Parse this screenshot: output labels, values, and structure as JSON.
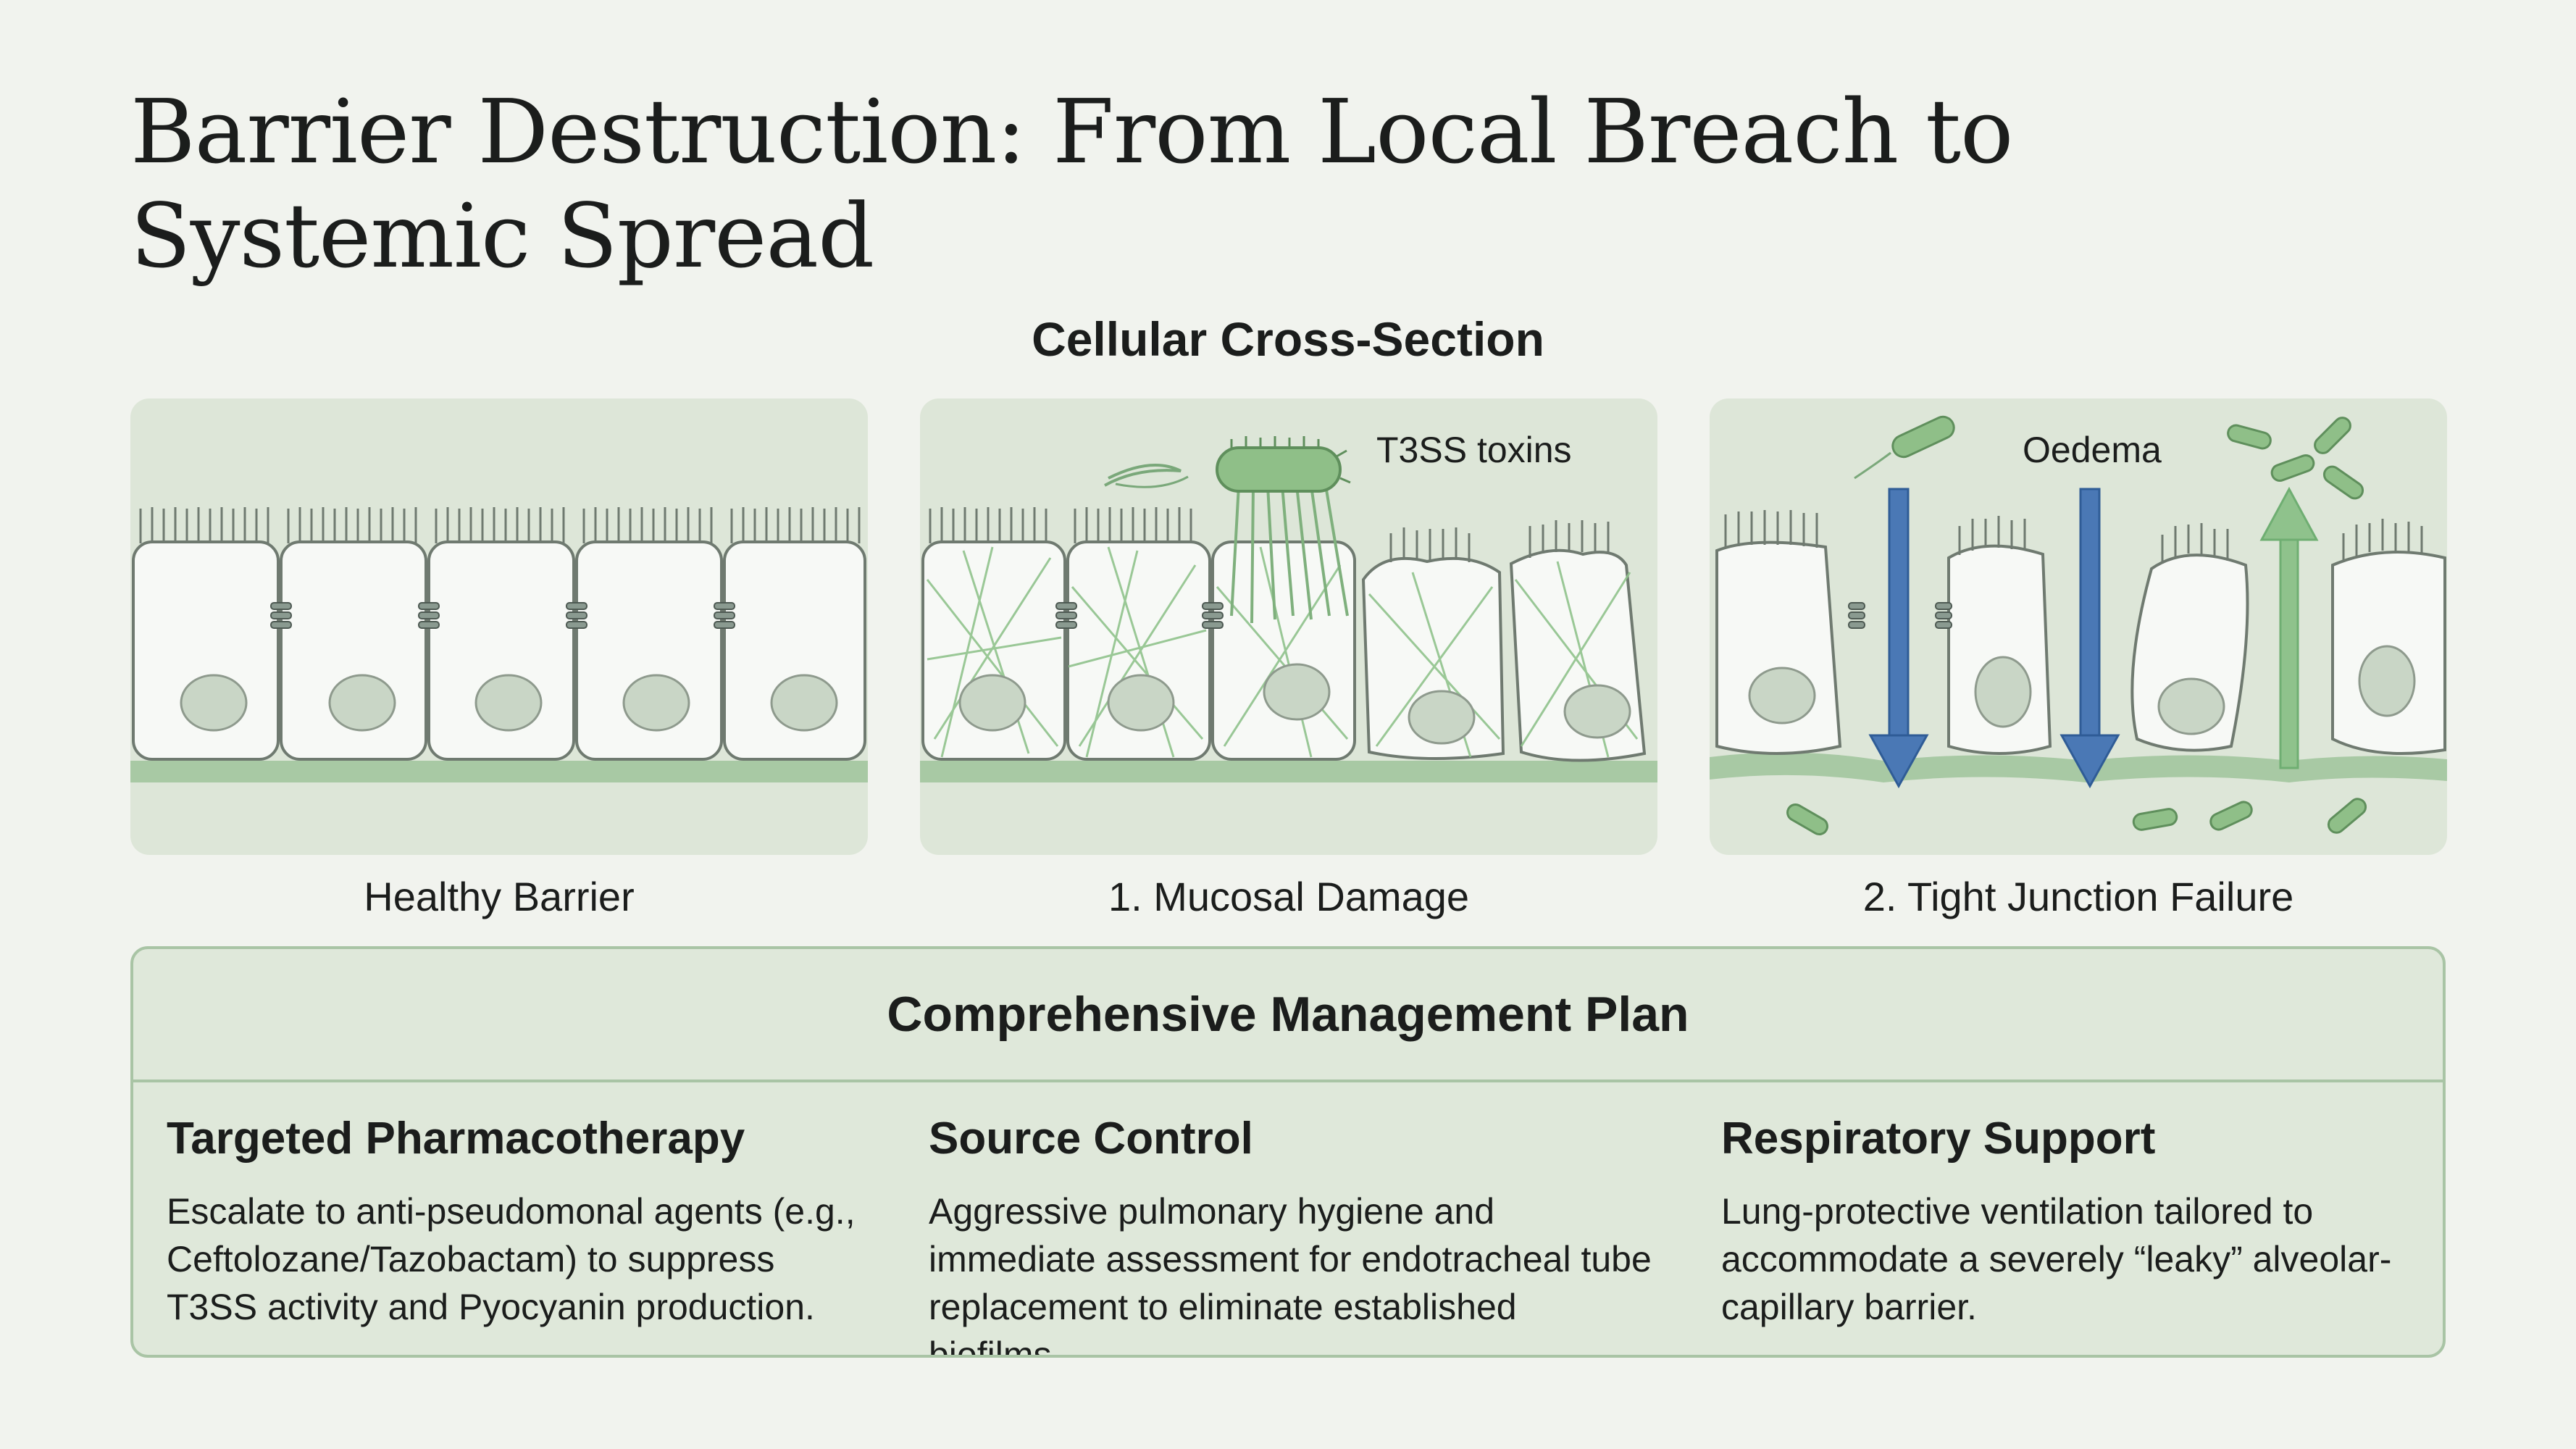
{
  "title": "Barrier Destruction: From Local Breach to Systemic Spread",
  "section_title": "Cellular Cross-Section",
  "panels": [
    {
      "label": "Healthy Barrier"
    },
    {
      "label": "1. Mucosal Damage",
      "annotation": "T3SS toxins"
    },
    {
      "label": "2. Tight Junction Failure",
      "annotation": "Oedema"
    }
  ],
  "plan": {
    "title": "Comprehensive Management Plan",
    "columns": [
      {
        "heading": "Targeted Pharmacotherapy",
        "body": "Escalate to anti-pseudomonal agents (e.g., Ceftolozane/Tazobactam) to suppress T3SS activity and Pyocyanin production."
      },
      {
        "heading": "Source Control",
        "body": "Aggressive pulmonary hygiene and immediate assessment for endotracheal tube replacement to eliminate established biofilms."
      },
      {
        "heading": "Respiratory Support",
        "body": "Lung-protective ventilation tailored to accommodate a severely “leaky” alveolar-capillary barrier."
      }
    ]
  },
  "colors": {
    "panel_bg": "#dde6d8",
    "cell_fill": "#f7f9f6",
    "nucleus": "#c9d6c6",
    "membrane": "#7fae80",
    "damage_fiber": "#8fc28c",
    "arrow_down": "#4a78b5",
    "arrow_up": "#6fae72",
    "bacteria": "#8fbf88"
  }
}
